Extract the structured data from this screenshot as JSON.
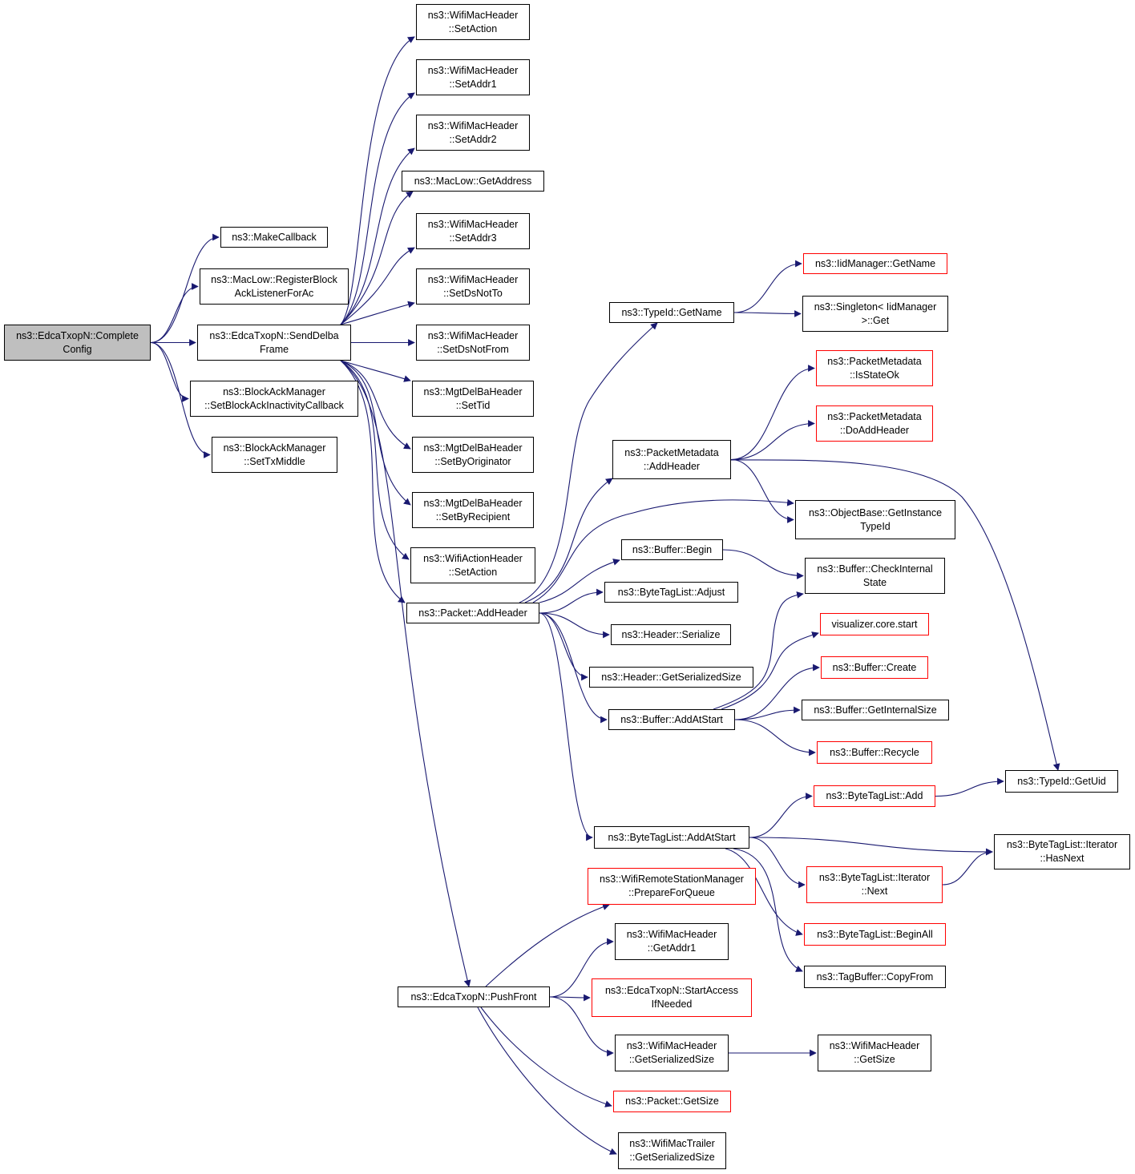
{
  "colors": {
    "edge": "#191970",
    "border": "#000000",
    "incomplete_border": "#ff0000",
    "root_fill": "#bfbfbf"
  },
  "nodes": [
    {
      "id": "root",
      "label": "ns3::EdcaTxopN::Complete\nConfig",
      "style": "root"
    },
    {
      "id": "makecb",
      "label": "ns3::MakeCallback",
      "style": "normal"
    },
    {
      "id": "regblock",
      "label": "ns3::MacLow::RegisterBlock\nAckListenerForAc",
      "style": "normal"
    },
    {
      "id": "senddelba",
      "label": "ns3::EdcaTxopN::SendDelba\nFrame",
      "style": "normal"
    },
    {
      "id": "setinact",
      "label": "ns3::BlockAckManager\n::SetBlockAckInactivityCallback",
      "style": "normal"
    },
    {
      "id": "settxmid",
      "label": "ns3::BlockAckManager\n::SetTxMiddle",
      "style": "normal"
    },
    {
      "id": "setaction",
      "label": "ns3::WifiMacHeader\n::SetAction",
      "style": "normal"
    },
    {
      "id": "setaddr1",
      "label": "ns3::WifiMacHeader\n::SetAddr1",
      "style": "normal"
    },
    {
      "id": "setaddr2",
      "label": "ns3::WifiMacHeader\n::SetAddr2",
      "style": "normal"
    },
    {
      "id": "getaddress",
      "label": "ns3::MacLow::GetAddress",
      "style": "normal"
    },
    {
      "id": "setaddr3",
      "label": "ns3::WifiMacHeader\n::SetAddr3",
      "style": "normal"
    },
    {
      "id": "setdsnotto",
      "label": "ns3::WifiMacHeader\n::SetDsNotTo",
      "style": "normal"
    },
    {
      "id": "setdsnotfrom",
      "label": "ns3::WifiMacHeader\n::SetDsNotFrom",
      "style": "normal"
    },
    {
      "id": "settid",
      "label": "ns3::MgtDelBaHeader\n::SetTid",
      "style": "normal"
    },
    {
      "id": "setbyorig",
      "label": "ns3::MgtDelBaHeader\n::SetByOriginator",
      "style": "normal"
    },
    {
      "id": "setbyrecip",
      "label": "ns3::MgtDelBaHeader\n::SetByRecipient",
      "style": "normal"
    },
    {
      "id": "wahsetaction",
      "label": "ns3::WifiActionHeader\n::SetAction",
      "style": "normal"
    },
    {
      "id": "pktaddheader",
      "label": "ns3::Packet::AddHeader",
      "style": "normal"
    },
    {
      "id": "pushfront",
      "label": "ns3::EdcaTxopN::PushFront",
      "style": "normal"
    },
    {
      "id": "typeidgetname",
      "label": "ns3::TypeId::GetName",
      "style": "normal"
    },
    {
      "id": "iidgetname",
      "label": "ns3::IidManager::GetName",
      "style": "incomplete"
    },
    {
      "id": "singletonget",
      "label": "ns3::Singleton< IidManager\n>::Get",
      "style": "normal"
    },
    {
      "id": "pmaddheader",
      "label": "ns3::PacketMetadata\n::AddHeader",
      "style": "normal"
    },
    {
      "id": "pmisstateok",
      "label": "ns3::PacketMetadata\n::IsStateOk",
      "style": "incomplete"
    },
    {
      "id": "pmdoadd",
      "label": "ns3::PacketMetadata\n::DoAddHeader",
      "style": "incomplete"
    },
    {
      "id": "objbase",
      "label": "ns3::ObjectBase::GetInstance\nTypeId",
      "style": "normal"
    },
    {
      "id": "bufbegin",
      "label": "ns3::Buffer::Begin",
      "style": "normal"
    },
    {
      "id": "bufcheck",
      "label": "ns3::Buffer::CheckInternal\nState",
      "style": "normal"
    },
    {
      "id": "btladjust",
      "label": "ns3::ByteTagList::Adjust",
      "style": "normal"
    },
    {
      "id": "hdrserialize",
      "label": "ns3::Header::Serialize",
      "style": "normal"
    },
    {
      "id": "hdrgetsize",
      "label": "ns3::Header::GetSerializedSize",
      "style": "normal"
    },
    {
      "id": "bufaddatstart",
      "label": "ns3::Buffer::AddAtStart",
      "style": "normal"
    },
    {
      "id": "vizstart",
      "label": "visualizer.core.start",
      "style": "incomplete"
    },
    {
      "id": "bufcreate",
      "label": "ns3::Buffer::Create",
      "style": "incomplete"
    },
    {
      "id": "bufgetinternal",
      "label": "ns3::Buffer::GetInternalSize",
      "style": "normal"
    },
    {
      "id": "bufrecycle",
      "label": "ns3::Buffer::Recycle",
      "style": "incomplete"
    },
    {
      "id": "typeidgetuid",
      "label": "ns3::TypeId::GetUid",
      "style": "normal"
    },
    {
      "id": "btladd",
      "label": "ns3::ByteTagList::Add",
      "style": "incomplete"
    },
    {
      "id": "btladdatstart",
      "label": "ns3::ByteTagList::AddAtStart",
      "style": "normal"
    },
    {
      "id": "btlhasnext",
      "label": "ns3::ByteTagList::Iterator\n::HasNext",
      "style": "normal"
    },
    {
      "id": "btlnext",
      "label": "ns3::ByteTagList::Iterator\n::Next",
      "style": "incomplete"
    },
    {
      "id": "btlbeginall",
      "label": "ns3::ByteTagList::BeginAll",
      "style": "incomplete"
    },
    {
      "id": "tagcopy",
      "label": "ns3::TagBuffer::CopyFrom",
      "style": "normal"
    },
    {
      "id": "wrsmprep",
      "label": "ns3::WifiRemoteStationManager\n::PrepareForQueue",
      "style": "incomplete"
    },
    {
      "id": "getaddr1",
      "label": "ns3::WifiMacHeader\n::GetAddr1",
      "style": "normal"
    },
    {
      "id": "startaccess",
      "label": "ns3::EdcaTxopN::StartAccess\nIfNeeded",
      "style": "incomplete"
    },
    {
      "id": "wmhgetsersize",
      "label": "ns3::WifiMacHeader\n::GetSerializedSize",
      "style": "normal"
    },
    {
      "id": "wmhgetsize",
      "label": "ns3::WifiMacHeader\n::GetSize",
      "style": "normal"
    },
    {
      "id": "pktgetsize",
      "label": "ns3::Packet::GetSize",
      "style": "incomplete"
    },
    {
      "id": "trailersize",
      "label": "ns3::WifiMacTrailer\n::GetSerializedSize",
      "style": "normal"
    }
  ],
  "edges": [
    [
      "root",
      "makecb"
    ],
    [
      "root",
      "regblock"
    ],
    [
      "root",
      "senddelba"
    ],
    [
      "root",
      "setinact"
    ],
    [
      "root",
      "settxmid"
    ],
    [
      "senddelba",
      "setaction"
    ],
    [
      "senddelba",
      "setaddr1"
    ],
    [
      "senddelba",
      "setaddr2"
    ],
    [
      "senddelba",
      "getaddress"
    ],
    [
      "senddelba",
      "setaddr3"
    ],
    [
      "senddelba",
      "setdsnotto"
    ],
    [
      "senddelba",
      "setdsnotfrom"
    ],
    [
      "senddelba",
      "settid"
    ],
    [
      "senddelba",
      "setbyorig"
    ],
    [
      "senddelba",
      "setbyrecip"
    ],
    [
      "senddelba",
      "wahsetaction"
    ],
    [
      "senddelba",
      "pktaddheader"
    ],
    [
      "senddelba",
      "pushfront"
    ],
    [
      "pktaddheader",
      "typeidgetname"
    ],
    [
      "pktaddheader",
      "pmaddheader"
    ],
    [
      "pktaddheader",
      "objbase"
    ],
    [
      "pktaddheader",
      "bufbegin"
    ],
    [
      "pktaddheader",
      "btladjust"
    ],
    [
      "pktaddheader",
      "hdrserialize"
    ],
    [
      "pktaddheader",
      "hdrgetsize"
    ],
    [
      "pktaddheader",
      "bufaddatstart"
    ],
    [
      "pktaddheader",
      "btladdatstart"
    ],
    [
      "typeidgetname",
      "iidgetname"
    ],
    [
      "typeidgetname",
      "singletonget"
    ],
    [
      "pmaddheader",
      "pmisstateok"
    ],
    [
      "pmaddheader",
      "pmdoadd"
    ],
    [
      "pmaddheader",
      "objbase"
    ],
    [
      "pmaddheader",
      "typeidgetuid"
    ],
    [
      "bufbegin",
      "bufcheck"
    ],
    [
      "bufaddatstart",
      "bufcheck"
    ],
    [
      "bufaddatstart",
      "vizstart"
    ],
    [
      "bufaddatstart",
      "bufcreate"
    ],
    [
      "bufaddatstart",
      "bufgetinternal"
    ],
    [
      "bufaddatstart",
      "bufrecycle"
    ],
    [
      "btladdatstart",
      "btladd"
    ],
    [
      "btladdatstart",
      "btlhasnext"
    ],
    [
      "btladdatstart",
      "btlnext"
    ],
    [
      "btladdatstart",
      "btlbeginall"
    ],
    [
      "btladdatstart",
      "tagcopy"
    ],
    [
      "btladd",
      "typeidgetuid"
    ],
    [
      "btlnext",
      "btlhasnext"
    ],
    [
      "pushfront",
      "wrsmprep"
    ],
    [
      "pushfront",
      "getaddr1"
    ],
    [
      "pushfront",
      "startaccess"
    ],
    [
      "pushfront",
      "wmhgetsersize"
    ],
    [
      "pushfront",
      "pktgetsize"
    ],
    [
      "pushfront",
      "trailersize"
    ],
    [
      "wmhgetsersize",
      "wmhgetsize"
    ]
  ]
}
